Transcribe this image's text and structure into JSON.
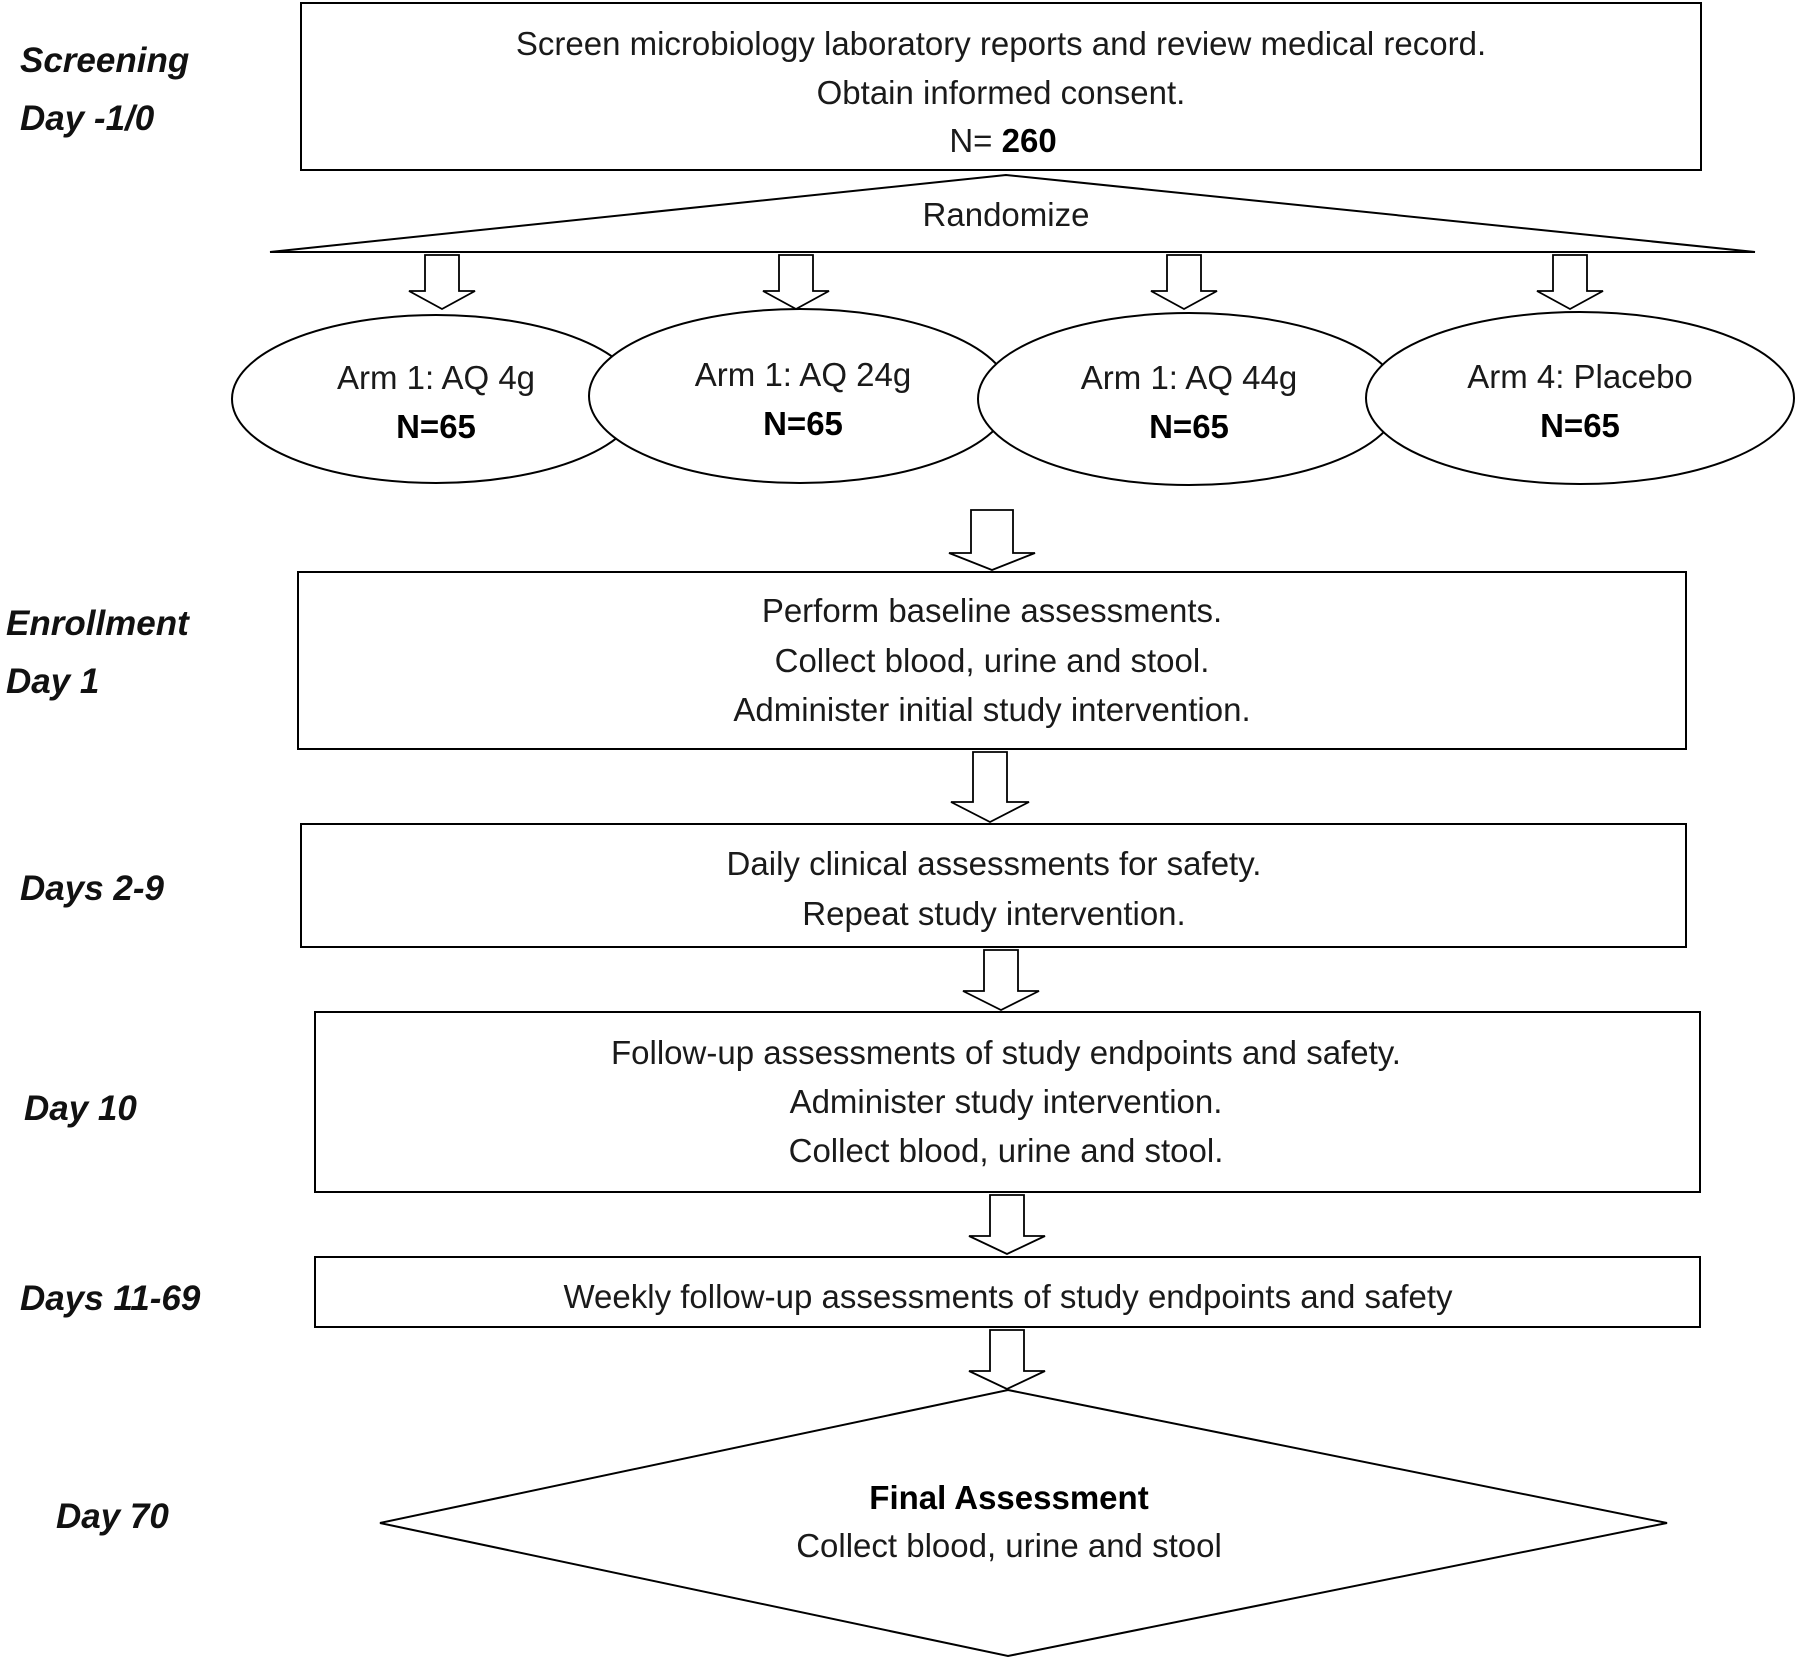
{
  "stage_labels": {
    "screening": [
      "Screening",
      "Day -1/0"
    ],
    "enrollment": [
      "Enrollment",
      "Day 1"
    ],
    "days_2_9": "Days 2-9",
    "day_10": "Day 10",
    "days_11_69": "Days 11-69",
    "day_70": "Day 70"
  },
  "screening_box": {
    "line1": "Screen microbiology laboratory reports and review medical record.",
    "line2": "Obtain informed consent.",
    "n_prefix": "N= ",
    "n_value": "260"
  },
  "randomize": "Randomize",
  "arms": [
    {
      "name": "Arm 1: AQ 4g",
      "n": "N=65"
    },
    {
      "name": "Arm 1: AQ 24g",
      "n": "N=65"
    },
    {
      "name": "Arm 1: AQ 44g",
      "n": "N=65"
    },
    {
      "name": "Arm 4: Placebo",
      "n": "N=65"
    }
  ],
  "enrollment_box": [
    "Perform baseline assessments.",
    "Collect blood, urine and stool.",
    "Administer initial study intervention."
  ],
  "days_2_9_box": [
    "Daily clinical assessments for safety.",
    "Repeat study intervention."
  ],
  "day_10_box": [
    "Follow-up assessments of study endpoints and safety.",
    "Administer study intervention.",
    "Collect blood, urine and stool."
  ],
  "days_11_69_box": "Weekly follow-up assessments of study endpoints and safety",
  "final": {
    "title": "Final Assessment",
    "text": "Collect blood, urine and stool"
  }
}
